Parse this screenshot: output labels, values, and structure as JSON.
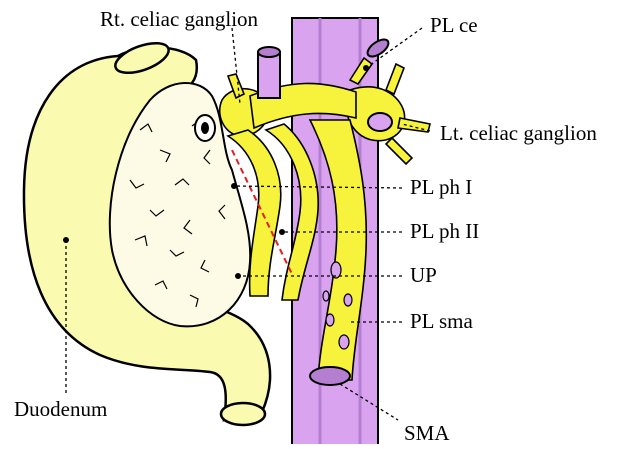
{
  "figure": {
    "labels": {
      "rt_celiac_ganglion": "Rt. celiac ganglion",
      "pl_ce": "PL ce",
      "lt_celiac_ganglion": "Lt. celiac ganglion",
      "pl_ph_1": "PL ph I",
      "pl_ph_2": "PL ph II",
      "up": "UP",
      "pl_sma": "PL sma",
      "duodenum": "Duodenum",
      "sma": "SMA"
    },
    "colors": {
      "duodenum_fill": "#fafab0",
      "pancreas_fill": "#fdfbe6",
      "nerve_plexus": "#f7f23c",
      "artery_fill": "#d9a3f0",
      "artery_inner": "#b47fd0",
      "dashed_cut_line": "#e0201c",
      "outline": "#000000"
    }
  }
}
